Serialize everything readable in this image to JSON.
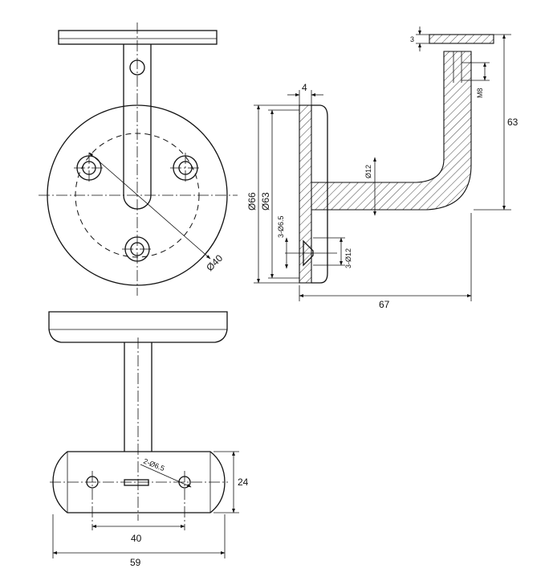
{
  "dimensions": {
    "thickness_top": "3",
    "thickness_plate": "4",
    "height_total": "63",
    "thread": "M8",
    "diameter_plate": "Ø66",
    "diameter_inner": "Ø63",
    "holes": "3-Ø6.5",
    "diameter_rod": "Ø12",
    "counterbore": "3-Ø12",
    "depth": "67",
    "bolt_circle": "Ø40",
    "slot_holes": "2-Ø6.5",
    "height_base": "24",
    "hole_spacing": "40",
    "width_base": "59"
  }
}
